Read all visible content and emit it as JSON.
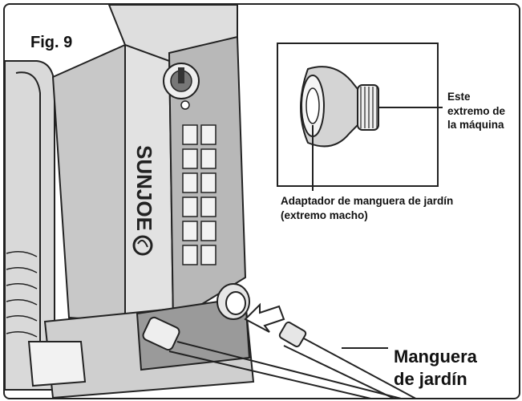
{
  "figure": {
    "label": "Fig. 9",
    "brand_text": "SUNJOE"
  },
  "callouts": {
    "machine_end": [
      "Este",
      "extremo de",
      "la máquina"
    ],
    "adapter": [
      "Adaptador de manguera de jardín",
      "(extremo macho)"
    ],
    "garden_hose": [
      "Manguera",
      "de jardín"
    ]
  },
  "colors": {
    "line": "#222222",
    "panel": "#cfcfcf",
    "panel_dark": "#a8a8a8",
    "background": "#ffffff"
  }
}
